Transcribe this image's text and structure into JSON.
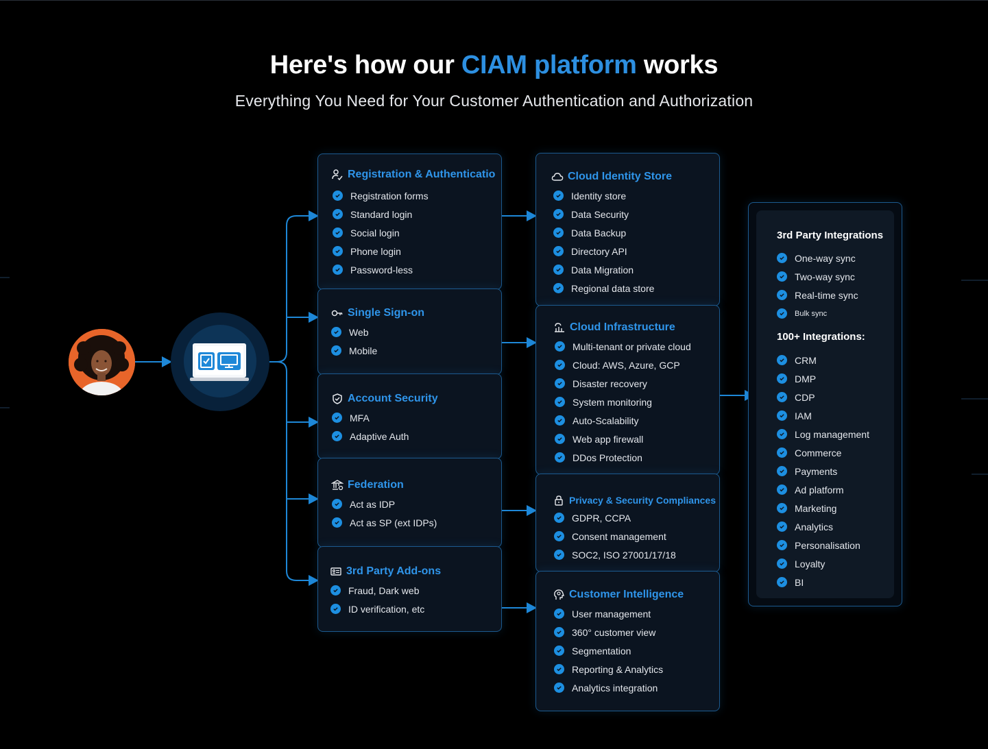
{
  "header": {
    "title_pre": "Here's how our ",
    "title_highlight": "CIAM platform",
    "title_post": " works",
    "subtitle": "Everything You Need for Your Customer Authentication and Authorization"
  },
  "colors": {
    "accent": "#2d8fe0",
    "background": "#000000",
    "card_border": "#1c5a8f",
    "avatar_bg": "#e8652a"
  },
  "column1": [
    {
      "icon": "user-check-icon",
      "title": "Registration & Authenticatio",
      "items": [
        "Registration forms",
        "Standard login",
        "Social login",
        "Phone login",
        "Password-less"
      ]
    },
    {
      "icon": "key-icon",
      "title": "Single Sign-on",
      "items": [
        "Web",
        "Mobile"
      ]
    },
    {
      "icon": "shield-check-icon",
      "title": "Account Security",
      "items": [
        "MFA",
        "Adaptive Auth"
      ]
    },
    {
      "icon": "bank-icon",
      "title": "Federation",
      "items": [
        "Act as IDP",
        "Act as SP (ext IDPs)"
      ]
    },
    {
      "icon": "id-card-icon",
      "title": "3rd Party Add-ons",
      "items": [
        "Fraud, Dark web",
        "ID verification, etc"
      ]
    }
  ],
  "column2": [
    {
      "icon": "cloud-icon",
      "title": "Cloud Identity Store",
      "items": [
        "Identity store",
        "Data Security",
        "Data Backup",
        "Directory API",
        "Data Migration",
        "Regional data store"
      ]
    },
    {
      "icon": "cloud-infra-icon",
      "title": "Cloud Infrastructure",
      "items": [
        "Multi-tenant or private cloud",
        "Cloud: AWS, Azure, GCP",
        "Disaster recovery",
        "System monitoring",
        "Auto-Scalability",
        "Web app firewall",
        "DDos Protection"
      ]
    },
    {
      "icon": "lock-icon",
      "title": "Privacy & Security Compliances",
      "items": [
        "GDPR, CCPA",
        "Consent management",
        "SOC2, ISO 27001/17/18"
      ]
    },
    {
      "icon": "brain-icon",
      "title": "Customer Intelligence",
      "items": [
        "User management",
        "360° customer view",
        "Segmentation",
        "Reporting & Analytics",
        "Analytics integration"
      ]
    }
  ],
  "integrations": {
    "title": "3rd Party Integrations",
    "sync_items": [
      "One-way sync",
      "Two-way sync",
      "Real-time sync",
      "Bulk sync"
    ],
    "subtitle": "100+ Integrations:",
    "items": [
      "CRM",
      "DMP",
      "CDP",
      "IAM",
      "Log management",
      "Commerce",
      "Payments",
      "Ad platform",
      "Marketing",
      "Analytics",
      "Personalisation",
      "Loyalty",
      "BI"
    ]
  }
}
